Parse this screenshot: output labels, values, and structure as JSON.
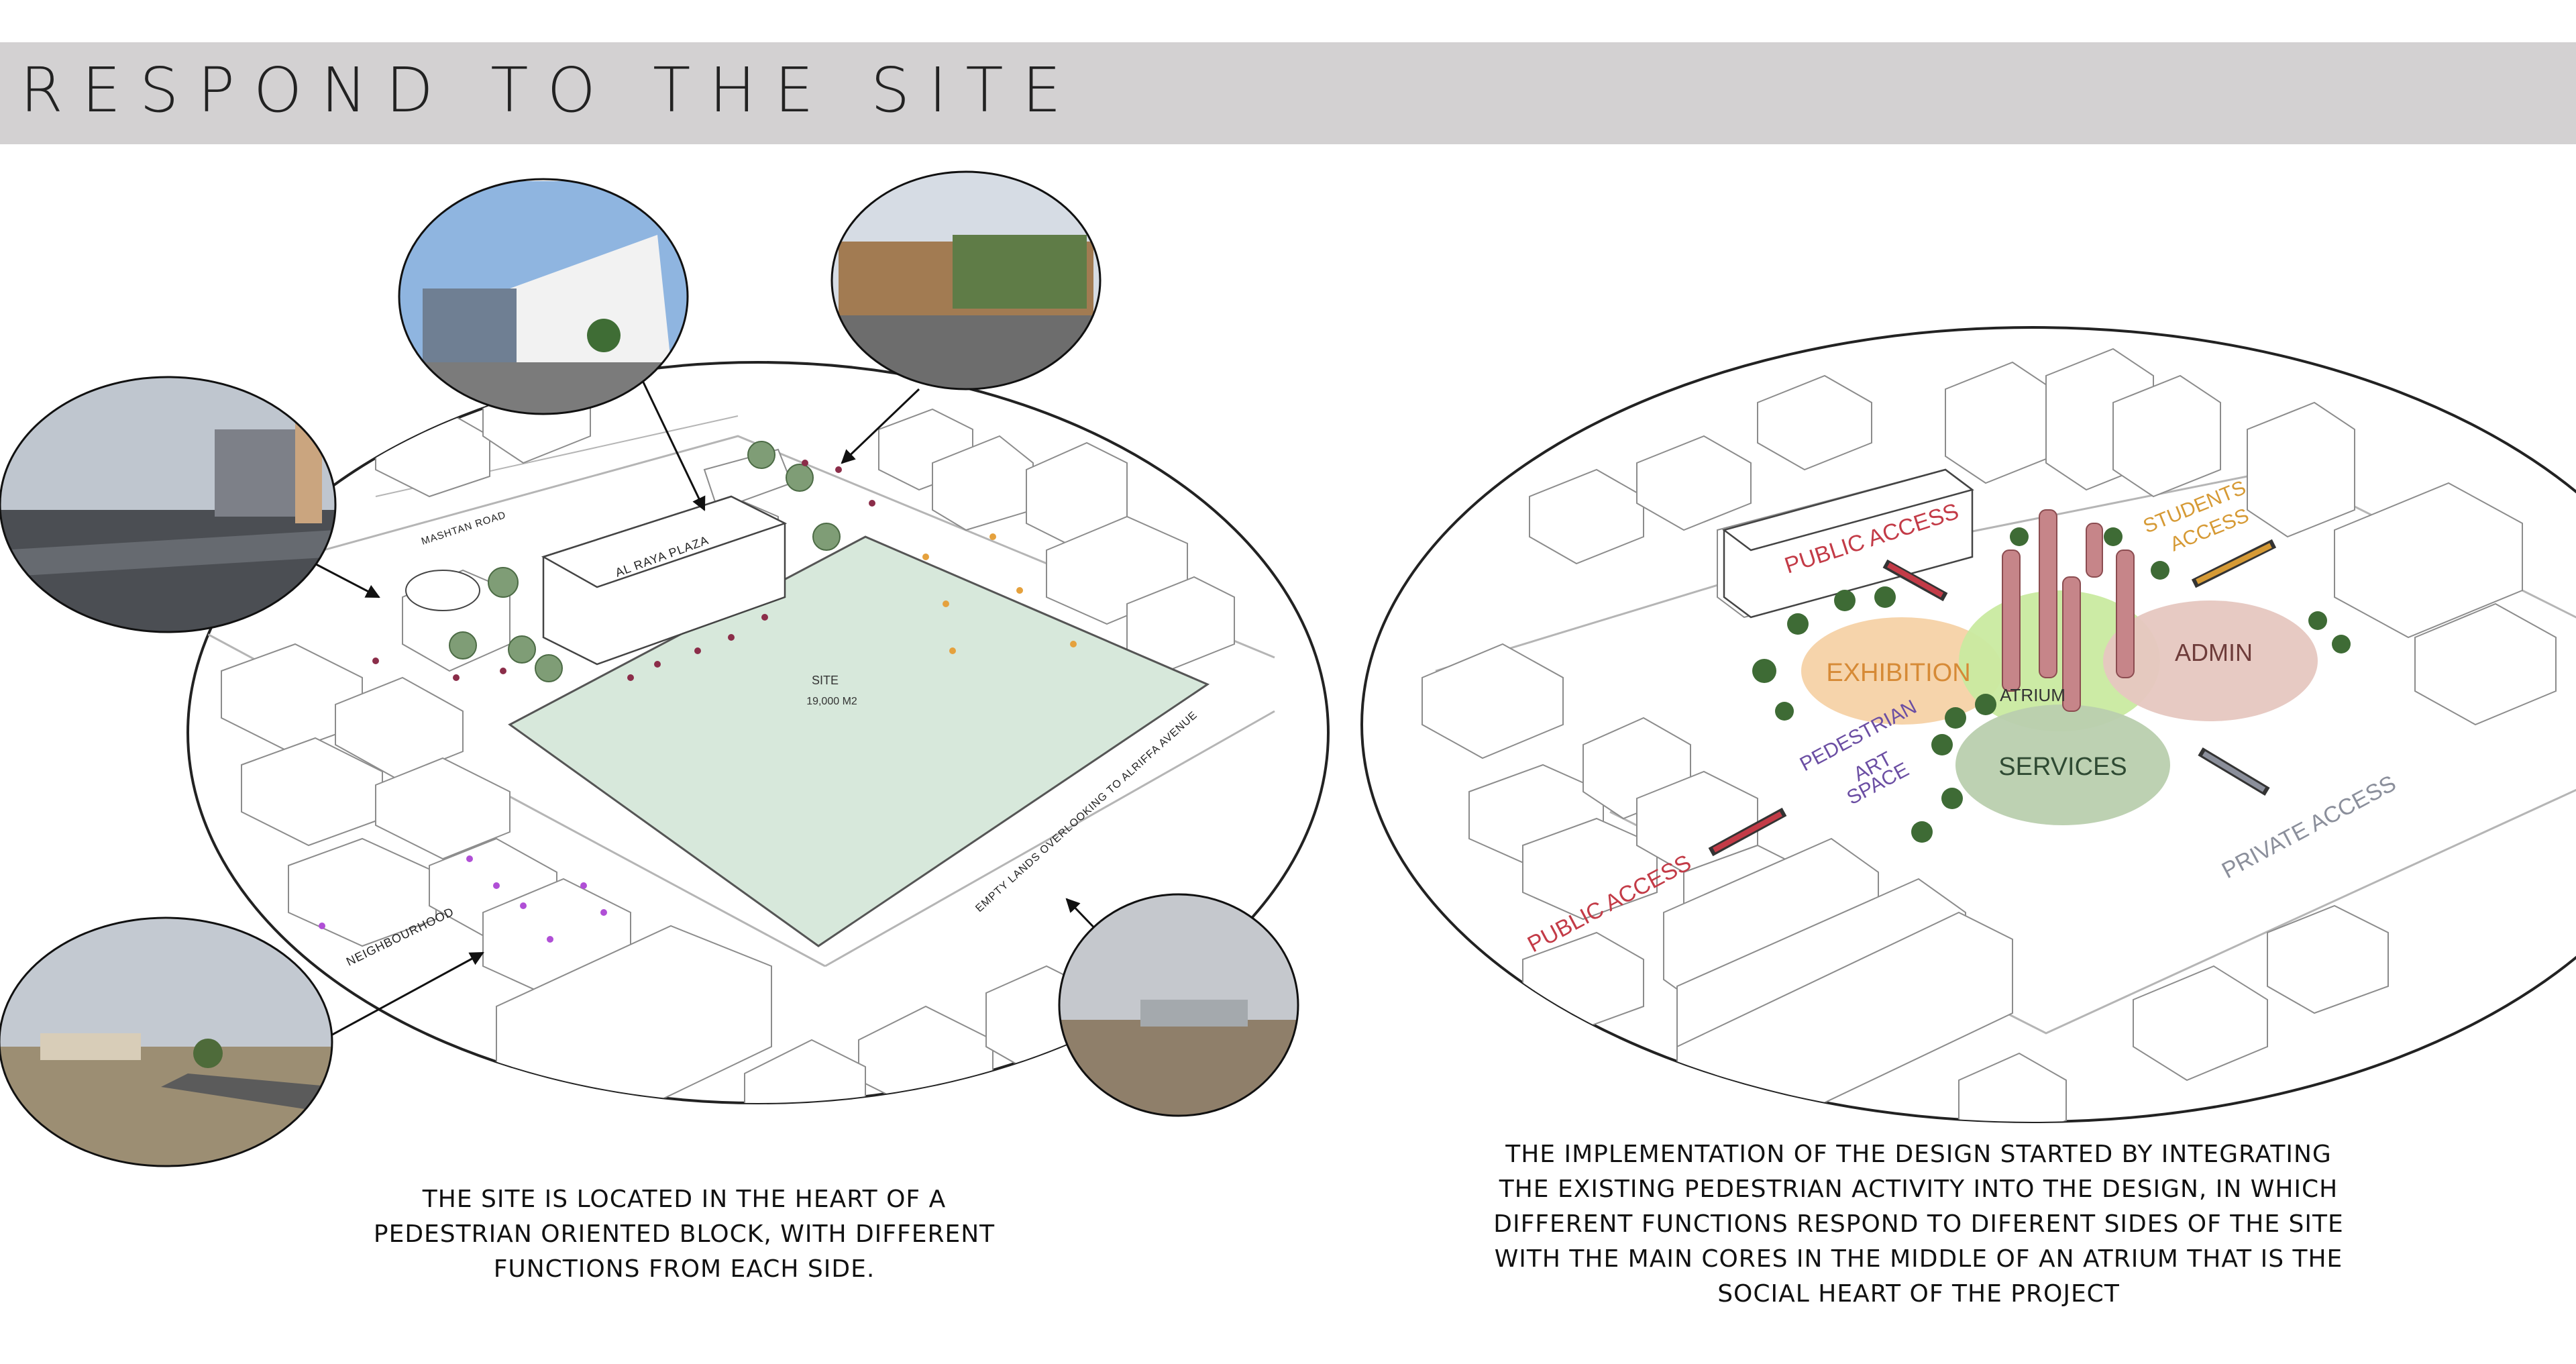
{
  "header": {
    "title": "RESPOND TO THE SITE"
  },
  "left_plan": {
    "street_mashtan": "MASHTAN ROAD",
    "plaza": "AL RAYA PLAZA",
    "site_label": "SITE",
    "site_area": "19,000 M2",
    "empty_lands": "EMPTY LANDS OVERLOOKING TO ALRIFFA AVENUE",
    "neighbourhood": "NEIGHBOURHOOD"
  },
  "right_plan": {
    "public_access_top": "PUBLIC ACCESS",
    "students_line1": "STUDENTS",
    "students_line2": "ACCESS",
    "exhibition": "EXHIBITION",
    "atrium": "ATRIUM",
    "admin": "ADMIN",
    "pedestrian_line1": "PEDESTRIAN",
    "pedestrian_line2": "ART",
    "pedestrian_line3": "SPACE",
    "services": "SERVICES",
    "private_access": "PRIVATE ACCESS",
    "public_access_bottom": "PUBLIC ACCESS"
  },
  "captions": {
    "left": [
      "THE SITE IS LOCATED IN THE HEART OF A",
      "PEDESTRIAN ORIENTED BLOCK, WITH DIFFERENT",
      "FUNCTIONS FROM EACH SIDE."
    ],
    "right": [
      "THE IMPLEMENTATION OF THE DESIGN STARTED BY INTEGRATING",
      "THE EXISTING PEDESTRIAN ACTIVITY INTO THE DESIGN, IN WHICH",
      "DIFFERENT FUNCTIONs RESPOND TO DIFERENT SIDES OF THE SITE",
      "WITH THE MAIN CORES IN THE MIDDLE OF AN ATRIUM THAT IS THE",
      "SOCIAL HEART OF THE PROJECT"
    ]
  },
  "colors": {
    "site_fill": "#d7e8db",
    "exhibition_fill": "#f6d2a6",
    "exhibition_text": "#d68a36",
    "atrium_fill": "#c9eaa0",
    "admin_fill": "#e6c7c0",
    "admin_text": "#6e3c3a",
    "services_fill": "#b9cfae",
    "services_text": "#2f4a33",
    "public_access_text": "#c33b47",
    "students_text": "#d69a35",
    "private_access_text": "#8b8f9b",
    "pedestrian_text": "#6b4ea3",
    "core_fill": "#c68589",
    "tree_green": "#3e6b35"
  },
  "photos": [
    {
      "name": "photo-mashtan-road-street"
    },
    {
      "name": "photo-al-raya-plaza-building"
    },
    {
      "name": "photo-commercial-street-shops"
    },
    {
      "name": "photo-neighbourhood-road"
    },
    {
      "name": "photo-empty-lands-avenue"
    }
  ]
}
